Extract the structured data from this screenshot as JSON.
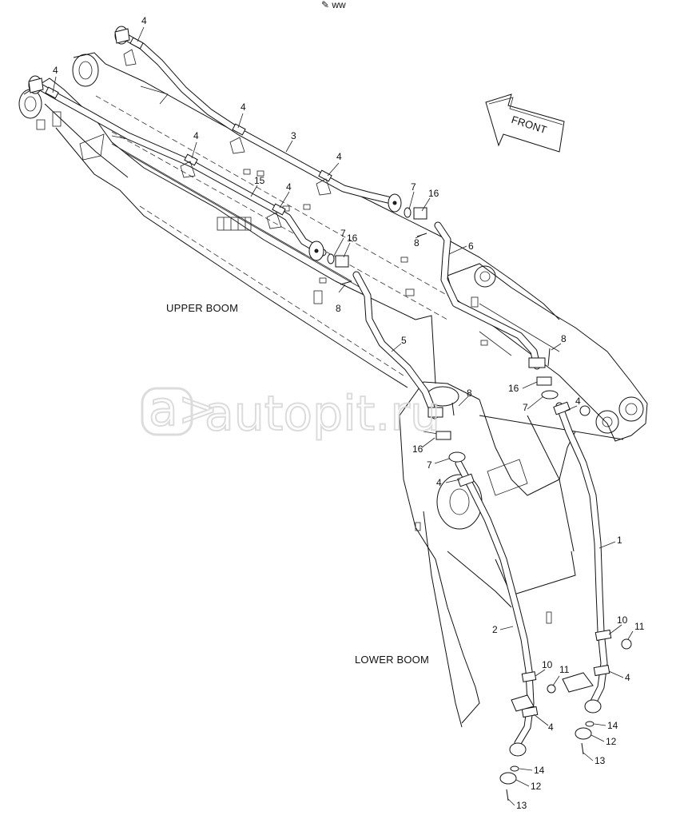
{
  "header": {
    "mark": "✎ ww"
  },
  "watermark": {
    "text": "autopit.ru",
    "logo": "a>"
  },
  "captions": {
    "upper_boom": "UPPER BOOM",
    "lower_boom": "LOWER BOOM",
    "front": "FRONT"
  },
  "callouts": [
    {
      "id": "c4a",
      "text": "4"
    },
    {
      "id": "c4b",
      "text": "4"
    },
    {
      "id": "c4c",
      "text": "4"
    },
    {
      "id": "c4d",
      "text": "4"
    },
    {
      "id": "c4e",
      "text": "4"
    },
    {
      "id": "c4f",
      "text": "4"
    },
    {
      "id": "c3",
      "text": "3"
    },
    {
      "id": "c15",
      "text": "15"
    },
    {
      "id": "c7a",
      "text": "7"
    },
    {
      "id": "c16a",
      "text": "16"
    },
    {
      "id": "c6",
      "text": "6"
    },
    {
      "id": "c8a",
      "text": "8"
    },
    {
      "id": "c7b",
      "text": "7"
    },
    {
      "id": "c16b",
      "text": "16"
    },
    {
      "id": "c8b",
      "text": "8"
    },
    {
      "id": "c5",
      "text": "5"
    },
    {
      "id": "c8c",
      "text": "8"
    },
    {
      "id": "c8d",
      "text": "8"
    },
    {
      "id": "c16c",
      "text": "16"
    },
    {
      "id": "c16d",
      "text": "16"
    },
    {
      "id": "c7c",
      "text": "7"
    },
    {
      "id": "c7d",
      "text": "7"
    },
    {
      "id": "c4g",
      "text": "4"
    },
    {
      "id": "c4h",
      "text": "4"
    },
    {
      "id": "c1",
      "text": "1"
    },
    {
      "id": "c2",
      "text": "2"
    },
    {
      "id": "c10a",
      "text": "10"
    },
    {
      "id": "c11a",
      "text": "11"
    },
    {
      "id": "c10b",
      "text": "10"
    },
    {
      "id": "c11b",
      "text": "11"
    },
    {
      "id": "c4i",
      "text": "4"
    },
    {
      "id": "c4j",
      "text": "4"
    },
    {
      "id": "c14a",
      "text": "14"
    },
    {
      "id": "c12a",
      "text": "12"
    },
    {
      "id": "c13a",
      "text": "13"
    },
    {
      "id": "c14b",
      "text": "14"
    },
    {
      "id": "c12b",
      "text": "12"
    },
    {
      "id": "c13b",
      "text": "13"
    }
  ]
}
